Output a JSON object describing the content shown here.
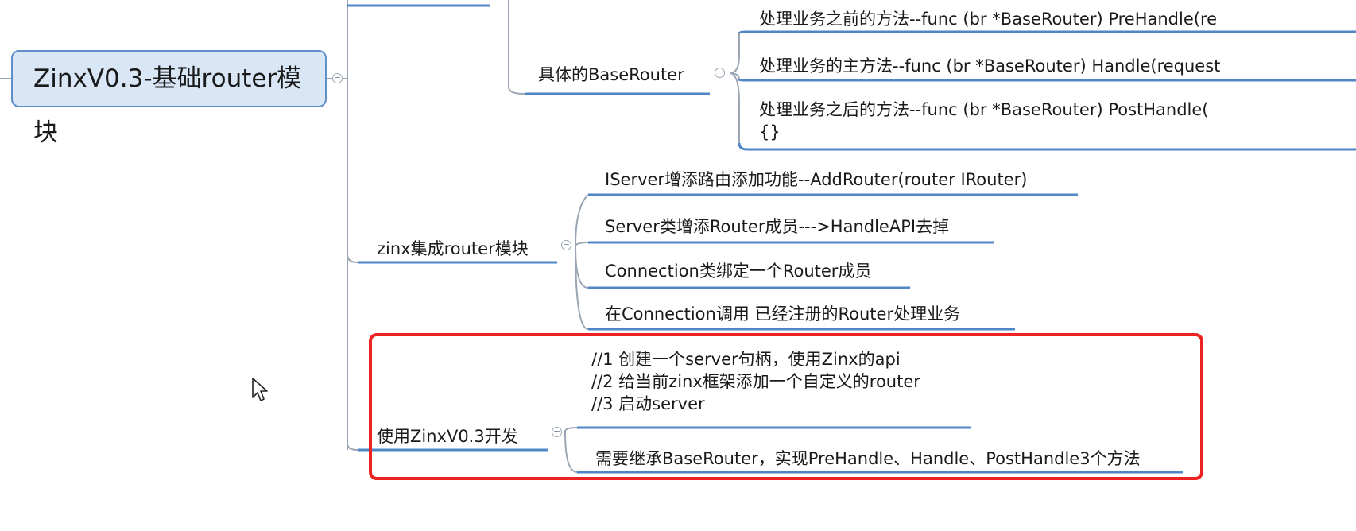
{
  "root": {
    "label": "ZinxV0.3-基础router模块"
  },
  "branches": {
    "base_router": {
      "label": "具体的BaseRouter",
      "children": [
        "处理业务之前的方法--func (br *BaseRouter) PreHandle(re",
        "处理业务的主方法--func (br *BaseRouter) Handle(request",
        "处理业务之后的方法--func (br *BaseRouter)  PostHandle(",
        "{}"
      ]
    },
    "zinx_router": {
      "label": "zinx集成router模块",
      "children": [
        "IServer增添路由添加功能--AddRouter(router IRouter)",
        "Server类增添Router成员--->HandleAPI去掉",
        "Connection类绑定一个Router成员",
        "在Connection调用  已经注册的Router处理业务"
      ]
    },
    "dev": {
      "label": "使用ZinxV0.3开发",
      "children": [
        "//1 创建一个server句柄，使用Zinx的api",
        "//2 给当前zinx框架添加一个自定义的router",
        "//3 启动server",
        "需要继承BaseRouter，实现PreHandle、Handle、PostHandle3个方法"
      ]
    }
  },
  "colors": {
    "root_fill": "#d9e6f6",
    "root_border": "#5e8fc8",
    "underline": "#4f86c6",
    "connector": "#9aa6b4",
    "highlight": "#ee2222"
  }
}
